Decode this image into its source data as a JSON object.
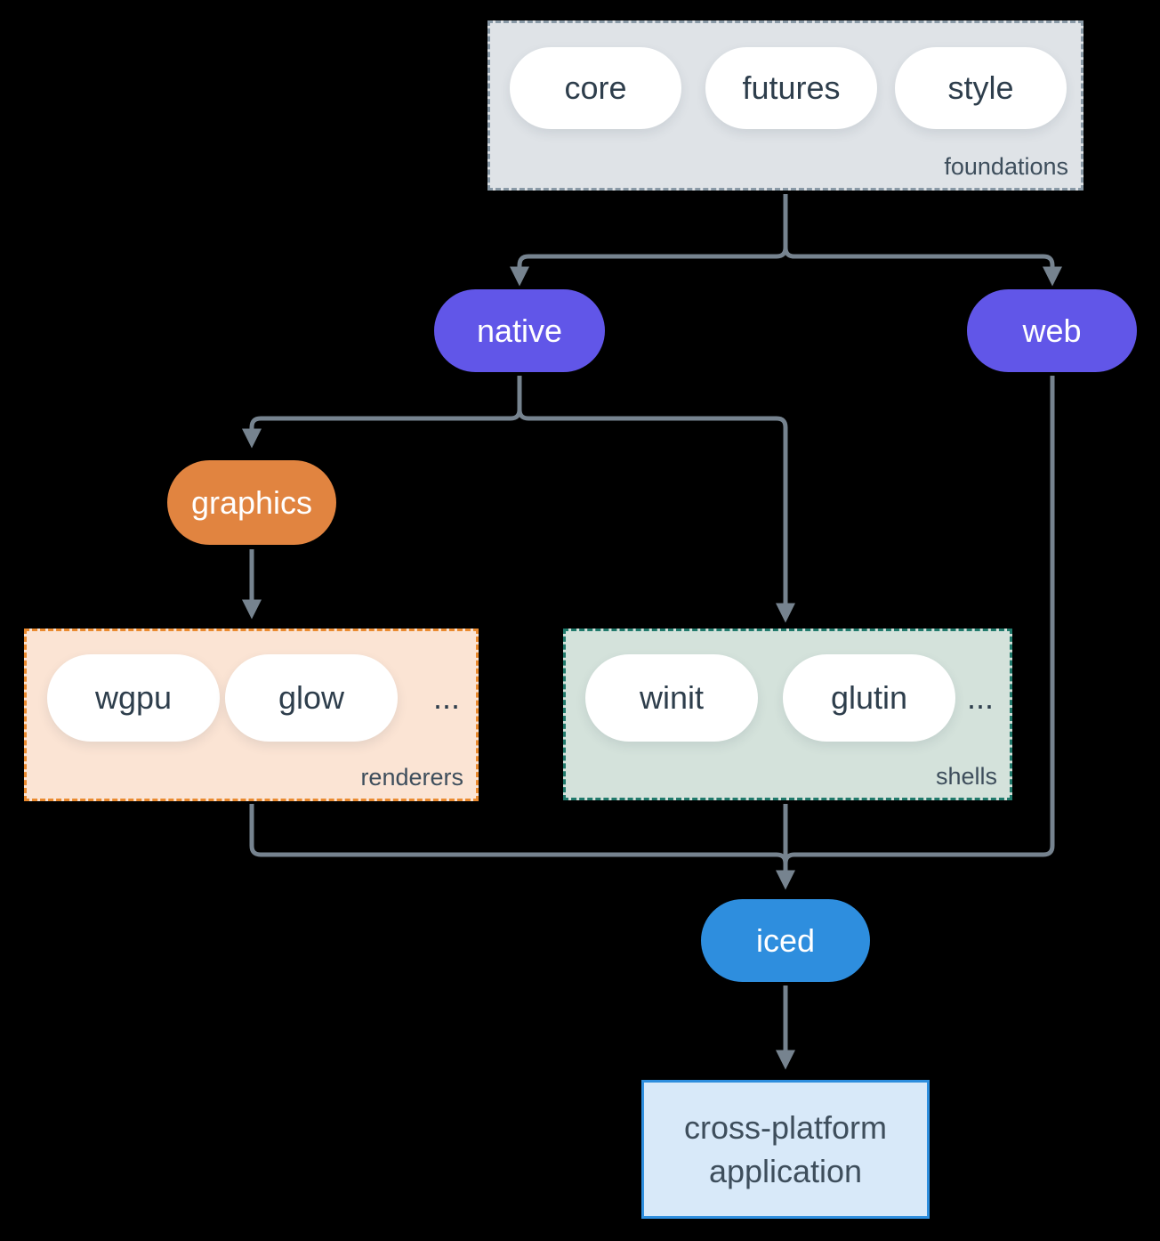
{
  "colors": {
    "background": "#000000",
    "connector": "#76838f",
    "foundations_fill": "#dfe3e7",
    "foundations_border": "#8999a6",
    "pill_white": "#ffffff",
    "pill_text_dark": "#2e3e4c",
    "label_text": "#3e4e5c",
    "purple": "#6156e8",
    "orange": "#e18440",
    "renderers_fill": "#fbe4d4",
    "renderers_border": "#ea8a2f",
    "shells_fill": "#d4e2db",
    "shells_border": "#20796b",
    "blue": "#2e8ede",
    "app_fill": "#d8e9f9",
    "app_border": "#2e8ede"
  },
  "diagram": {
    "foundations": {
      "label": "foundations",
      "pills": [
        "core",
        "futures",
        "style"
      ]
    },
    "native": {
      "label": "native"
    },
    "web": {
      "label": "web"
    },
    "graphics": {
      "label": "graphics"
    },
    "renderers": {
      "label": "renderers",
      "pills": [
        "wgpu",
        "glow"
      ],
      "more": "..."
    },
    "shells": {
      "label": "shells",
      "pills": [
        "winit",
        "glutin"
      ],
      "more": "..."
    },
    "iced": {
      "label": "iced"
    },
    "application": {
      "line1": "cross-platform",
      "line2": "application"
    }
  }
}
